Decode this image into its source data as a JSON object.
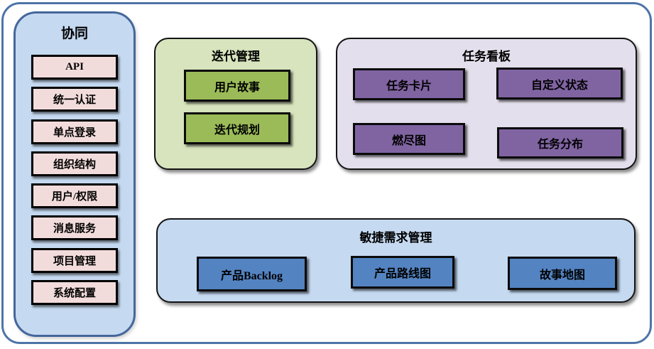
{
  "sidebar": {
    "title": "协同",
    "items": [
      "API",
      "统一认证",
      "单点登录",
      "组织结构",
      "用户/权限",
      "消息服务",
      "项目管理",
      "系统配置"
    ]
  },
  "iteration_group": {
    "title": "迭代管理",
    "items": [
      "用户故事",
      "迭代规划"
    ]
  },
  "kanban_group": {
    "title": "任务看板",
    "items": [
      "任务卡片",
      "自定义状态",
      "燃尽图",
      "任务分布"
    ]
  },
  "requirements_group": {
    "title": "敏捷需求管理",
    "items": [
      "产品Backlog",
      "产品路线图",
      "故事地图"
    ]
  },
  "colors": {
    "frame_border": "#4d74a8",
    "sidebar_bg": "#c5d9f1",
    "sidebar_border": "#44679b",
    "sidebar_item_bg": "#f2dcdb",
    "iteration_bg": "#d7e4bd",
    "iteration_item_bg": "#9bbb59",
    "kanban_bg": "#e4dfec",
    "kanban_item_bg": "#8064a2",
    "requirements_bg": "#c5d9f1",
    "requirements_item_bg": "#5383c1",
    "tile_text": "#000000"
  }
}
